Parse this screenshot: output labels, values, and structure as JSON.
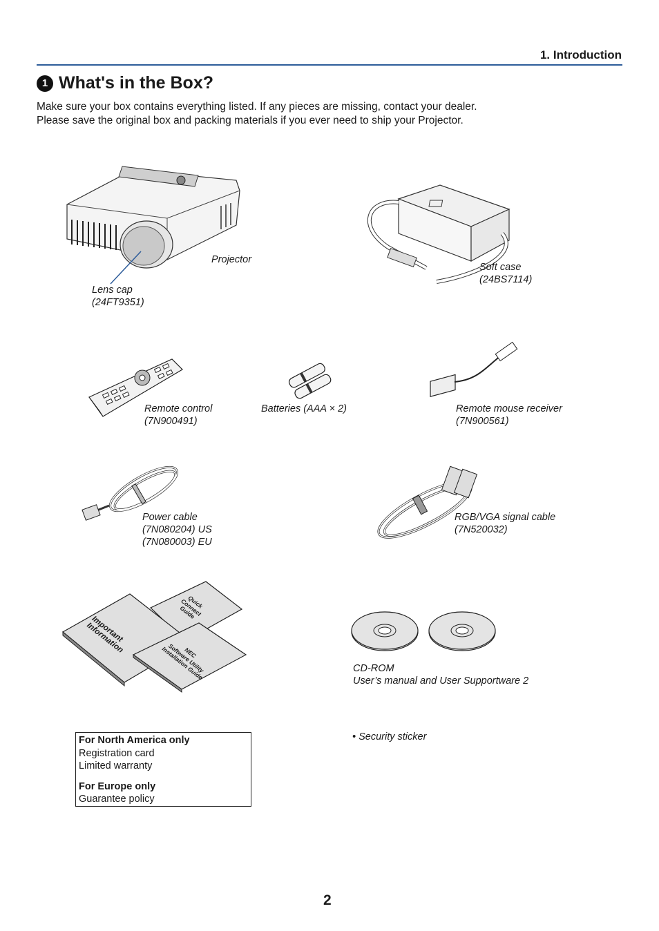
{
  "header": {
    "section": "1. Introduction"
  },
  "title": {
    "number": "1",
    "text": "What's in the Box?"
  },
  "intro": [
    "Make sure your box contains everything listed. If any pieces are missing, contact your dealer.",
    "Please save the original box and packing materials if you ever need to ship your Projector."
  ],
  "items": {
    "projector": "Projector",
    "lens_cap": "Lens cap\n(24FT9351)",
    "soft_case": "Soft case\n(24BS7114)",
    "remote": "Remote control\n(7N900491)",
    "batteries": "Batteries (AAA × 2)",
    "mouse_receiver": "Remote mouse receiver\n(7N900561)",
    "power_cable": "Power cable\n(7N080204) US\n(7N080003) EU",
    "rgb_cable": "RGB/VGA signal cable\n(7N520032)",
    "cdrom": "CD-ROM\nUser’s manual and User Supportware 2",
    "security": "• Security sticker"
  },
  "booklets": {
    "important": "Important\nInformation",
    "quick": "Quick\nConnect\nGuide",
    "software": "NEC\nSoftware Utility\nInstallation Guide"
  },
  "regional_box": {
    "na_heading": "For North America only",
    "na_line1": "Registration card",
    "na_line2": "Limited warranty",
    "eu_heading": "For Europe only",
    "eu_line1": "Guarantee policy"
  },
  "page_number": "2"
}
